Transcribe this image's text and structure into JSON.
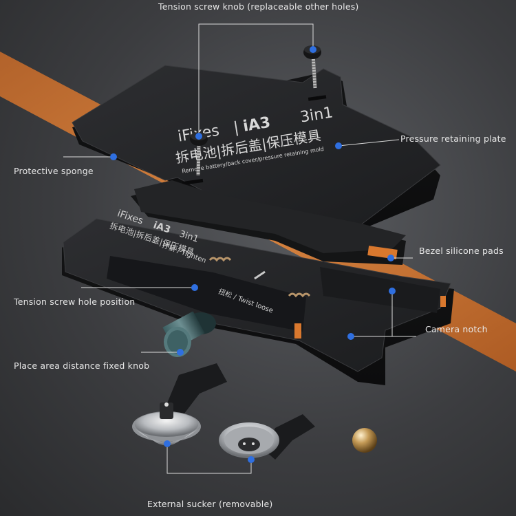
{
  "callouts": {
    "tension_screw_knob": "Tension screw knob (replaceable other holes)",
    "pressure_retaining_plate": "Pressure retaining plate",
    "protective_sponge": "Protective sponge",
    "bezel_silicone_pads": "Bezel silicone pads",
    "tension_screw_hole_position": "Tension screw hole position",
    "camera_notch": "Camera notch",
    "place_area_knob": "Place area distance fixed knob",
    "external_sucker": "External sucker (removable)"
  },
  "product_print": {
    "brand": "iFixes",
    "model": "iA3",
    "variant": "3in1",
    "chinese_line": "拆电池|拆后盖|保压模具",
    "english_line": "Remove battery/back cover/pressure retaining mold",
    "base_brand": "iFixes",
    "base_model": "iA3",
    "base_variant": "3in1",
    "base_chinese_line": "拆电池|拆后盖|保压模具",
    "tighten_label": "拧紧 / Tighten",
    "loose_label": "扭松 / Twist loose"
  },
  "colors": {
    "background": "#3c3d40",
    "accent_stripe": "#d9782e",
    "marker_dot": "#2f6fe0",
    "plate": "#1b1c1e",
    "label_text": "#e8e8e8"
  }
}
